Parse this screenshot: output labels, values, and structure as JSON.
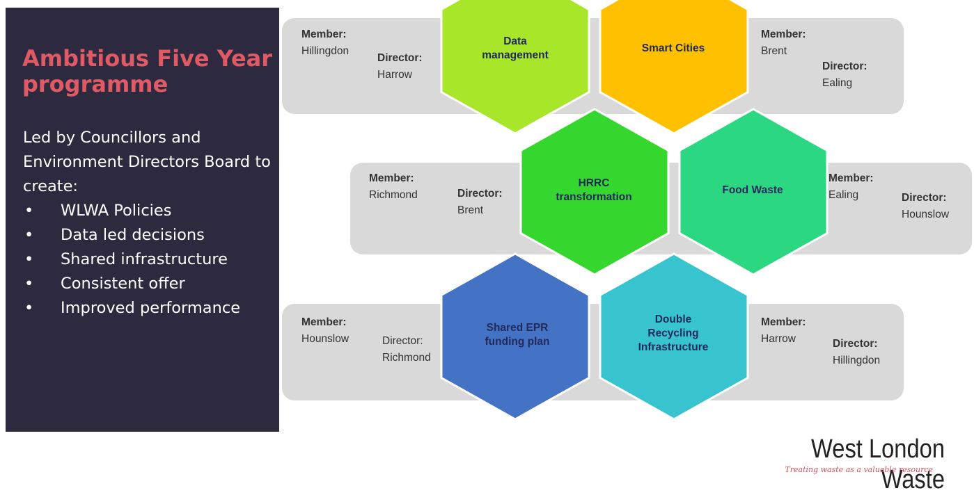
{
  "left_panel": {
    "title": "Ambitious Five Year programme",
    "lead": "Led by Councillors and Environment Directors Board to create:",
    "bullets": [
      "WLWA Policies",
      "Data led decisions",
      "Shared infrastructure",
      "Consistent offer",
      "Improved performance"
    ]
  },
  "hexagons": [
    {
      "label": "Data\nmanagement",
      "color": "#a8e62a"
    },
    {
      "label": "Smart Cities",
      "color": "#ffc000"
    },
    {
      "label": "HRRC\ntransformation",
      "color": "#35d62e"
    },
    {
      "label": "Food Waste",
      "color": "#2bd780"
    },
    {
      "label": "Shared EPR\nfunding plan",
      "color": "#4472c4"
    },
    {
      "label": "Double\nRecycling\nInfrastructure",
      "color": "#37c4cf"
    }
  ],
  "roles": {
    "data_management": {
      "member_label": "Member:",
      "member": "Hillingdon",
      "director_label": "Director:",
      "director": "Harrow"
    },
    "smart_cities": {
      "member_label": "Member:",
      "member": "Brent",
      "director_label": "Director:",
      "director": "Ealing"
    },
    "hrrc": {
      "member_label": "Member:",
      "member": "Richmond",
      "director_label": "Director:",
      "director": "Brent"
    },
    "food_waste": {
      "member_label": "Member:",
      "member": "Ealing",
      "director_label": "Director:",
      "director": "Hounslow"
    },
    "shared_epr": {
      "member_label": "Member:",
      "member": "Hounslow",
      "director_label": "Director:",
      "director": "Richmond"
    },
    "double_recycling": {
      "member_label": "Member:",
      "member": "Harrow",
      "director_label": "Director:",
      "director": "Hillingdon"
    }
  },
  "logo": {
    "name": "West London Waste",
    "tagline": "Treating waste as a valuable resource"
  }
}
